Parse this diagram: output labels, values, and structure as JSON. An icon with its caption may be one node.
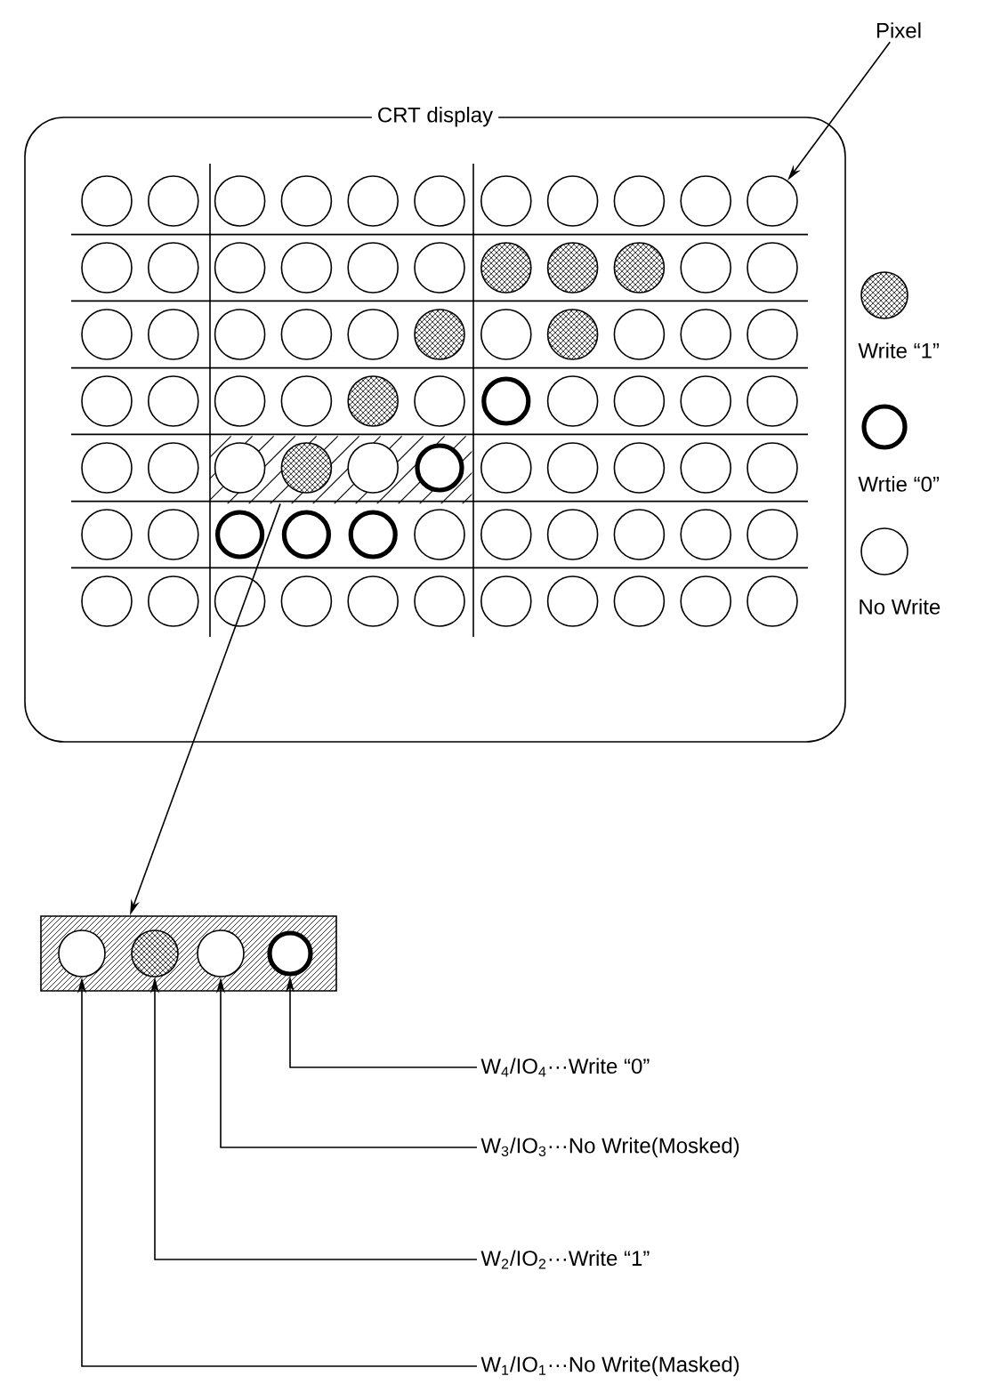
{
  "diagram": {
    "nodes": [
      {
        "text": [
          "CRT display"
        ]
      },
      {
        "text": [
          "Pixel"
        ]
      },
      {
        "text": [],
        "shape": "circle",
        "in": 0
      },
      {
        "text": [],
        "shape": "box",
        "in": 0
      },
      {
        "text": [],
        "shape": "circle",
        "in": 3
      },
      {
        "text": [],
        "shape": "circle",
        "in": 3
      },
      {
        "text": [],
        "shape": "circle",
        "in": 3
      },
      {
        "text": [],
        "shape": "circle",
        "in": 3
      },
      {
        "text": [],
        "shape": "box"
      },
      {
        "text": [],
        "shape": "circle",
        "in": 8
      },
      {
        "text": [],
        "shape": "circle",
        "in": 8
      },
      {
        "text": [],
        "shape": "circle",
        "in": 8
      },
      {
        "text": [],
        "shape": "circle",
        "in": 8
      },
      {
        "text": [
          "W$_{4}$/IO$_{4}$···Write “0”"
        ]
      },
      {
        "text": [
          "W$_{3}$/IO$_{3}$···No Write(Mosked)"
        ]
      },
      {
        "text": [
          "W$_{2}$/IO$_{2}$···Write “1”"
        ]
      },
      {
        "text": [
          "W$_{1}$/IO$_{1}$···No Write(Masked)"
        ]
      }
    ],
    "edges": [
      {
        "from": 1,
        "to": 2,
        "arrow": "to"
      },
      {
        "from": 3,
        "to": 8,
        "arrow": "to"
      },
      {
        "from": 13,
        "to": 12,
        "arrow": "to"
      },
      {
        "from": 14,
        "to": 11,
        "arrow": "to"
      },
      {
        "from": 15,
        "to": 10,
        "arrow": "to"
      },
      {
        "from": 16,
        "to": 9,
        "arrow": "to"
      }
    ],
    "legend": [
      {
        "text": "Write “1”"
      },
      {
        "text": "Wrtie “0”"
      },
      {
        "text": "No Write"
      }
    ]
  }
}
